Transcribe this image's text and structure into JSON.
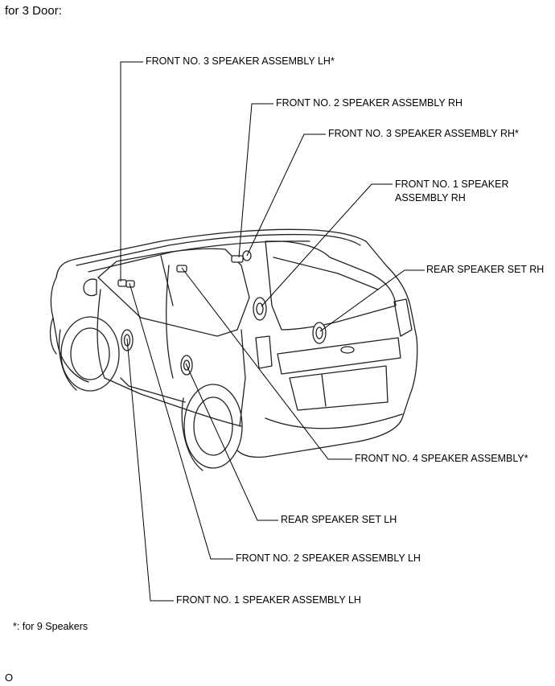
{
  "title": "for 3 Door:",
  "labels": {
    "front3_lh": "FRONT NO. 3 SPEAKER ASSEMBLY LH*",
    "front2_rh": "FRONT NO. 2 SPEAKER ASSEMBLY RH",
    "front3_rh": "FRONT NO. 3 SPEAKER ASSEMBLY RH*",
    "front1_rh": "FRONT NO. 1 SPEAKER\nASSEMBLY RH",
    "rear_rh": "REAR SPEAKER SET RH",
    "front4": "FRONT NO. 4 SPEAKER ASSEMBLY*",
    "rear_lh": "REAR SPEAKER SET LH",
    "front2_lh": "FRONT NO. 2 SPEAKER ASSEMBLY LH",
    "front1_lh": "FRONT NO. 1 SPEAKER ASSEMBLY LH"
  },
  "footnote": "*: for 9 Speakers",
  "figure_id": "O"
}
